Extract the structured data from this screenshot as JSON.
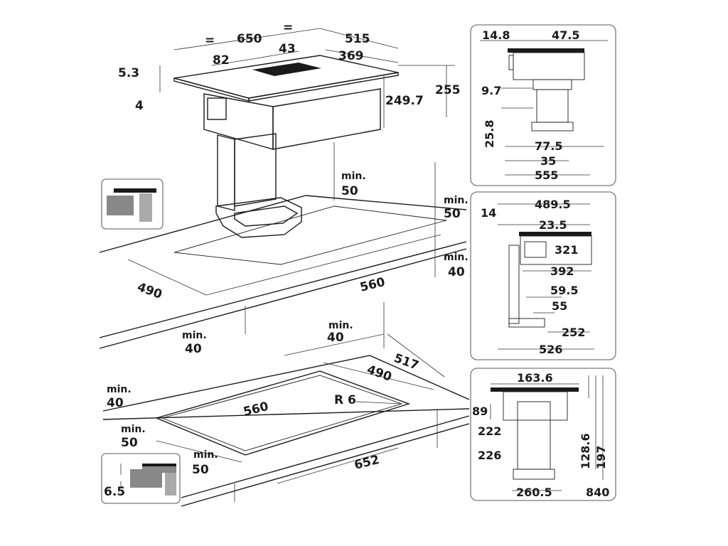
{
  "top_view": {
    "width_650": "650",
    "depth_515": "515",
    "eq_left": "=",
    "eq_right": "=",
    "d82": "82",
    "d43": "43",
    "d369": "369",
    "d5_3": "5.3",
    "d4": "4",
    "d249_7": "249.7",
    "d255": "255"
  },
  "cutout": {
    "min50_a": "min.",
    "min50_a_v": "50",
    "min50_b": "min.",
    "min50_b_v": "50",
    "min40_a": "min.",
    "min40_a_v": "40",
    "min40_b": "min.",
    "min40_b_v": "40",
    "d490": "490",
    "d560": "560"
  },
  "flush": {
    "min40_c": "min.",
    "min40_c_v": "40",
    "min40_d": "min.",
    "min40_d_v": "40",
    "min50_c": "min.",
    "min50_c_v": "50",
    "min50_d": "min.",
    "min50_d_v": "50",
    "d517": "517",
    "d490": "490",
    "d560": "560",
    "r6": "R 6",
    "d652": "652",
    "d6_5": "6.5"
  },
  "panel1": {
    "d14_8": "14.8",
    "d47_5": "47.5",
    "d9_7": "9.7",
    "d25_8": "25.8",
    "d77_5": "77.5",
    "d35": "35",
    "d555": "555"
  },
  "panel2": {
    "d489_5": "489.5",
    "d14": "14",
    "d23_5": "23.5",
    "d321": "321",
    "d392": "392",
    "d59_5": "59.5",
    "d55": "55",
    "d252": "252",
    "d526": "526"
  },
  "panel3": {
    "d163_6": "163.6",
    "d89": "89",
    "d222": "222",
    "d226": "226",
    "d128_6": "128.6",
    "d197": "197",
    "d260_5": "260.5",
    "d840": "840"
  }
}
